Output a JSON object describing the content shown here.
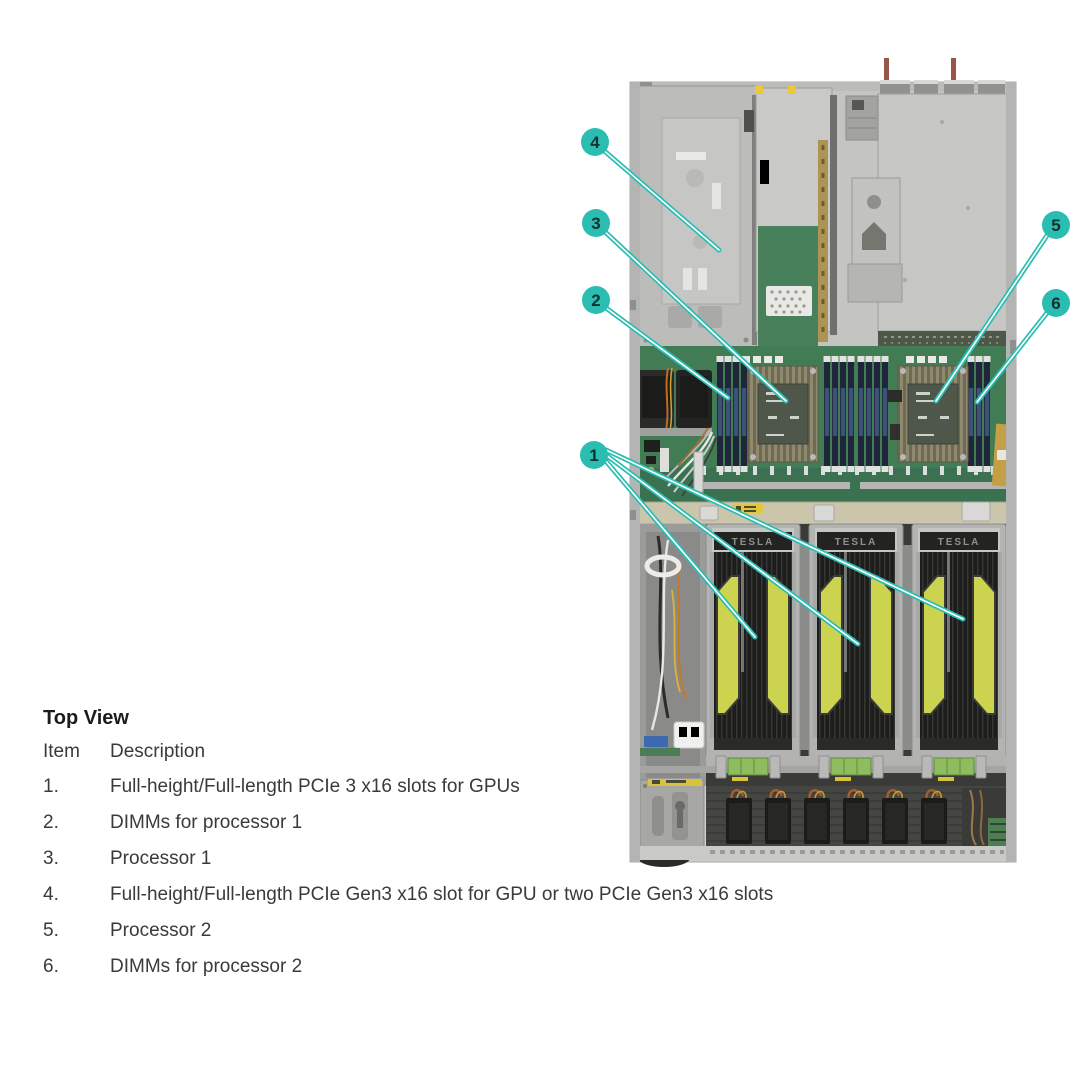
{
  "legend": {
    "title": "Top View",
    "header": {
      "item": "Item",
      "description": "Description"
    },
    "rows": [
      {
        "item": "1.",
        "description": "Full-height/Full-length PCIe 3 x16 slots for GPUs"
      },
      {
        "item": "2.",
        "description": "DIMMs for processor 1"
      },
      {
        "item": "3.",
        "description": "Processor 1"
      },
      {
        "item": "4.",
        "description": "Full-height/Full-length PCIe Gen3 x16 slot for GPU or two PCIe Gen3 x16 slots"
      },
      {
        "item": "5.",
        "description": "Processor 2"
      },
      {
        "item": "6.",
        "description": "DIMMs for processor 2"
      }
    ]
  },
  "diagram": {
    "gpu_brand_label": "TESLA",
    "callouts": [
      {
        "number": "1"
      },
      {
        "number": "2"
      },
      {
        "number": "3"
      },
      {
        "number": "4"
      },
      {
        "number": "5"
      },
      {
        "number": "6"
      }
    ],
    "colors": {
      "callout_teal": "#2bbdb1",
      "callout_number": "#143131",
      "gpu_accent_yellow": "#ccd44f",
      "pcb_green": "#417c55",
      "chassis_gray": "#c9cac8"
    }
  }
}
